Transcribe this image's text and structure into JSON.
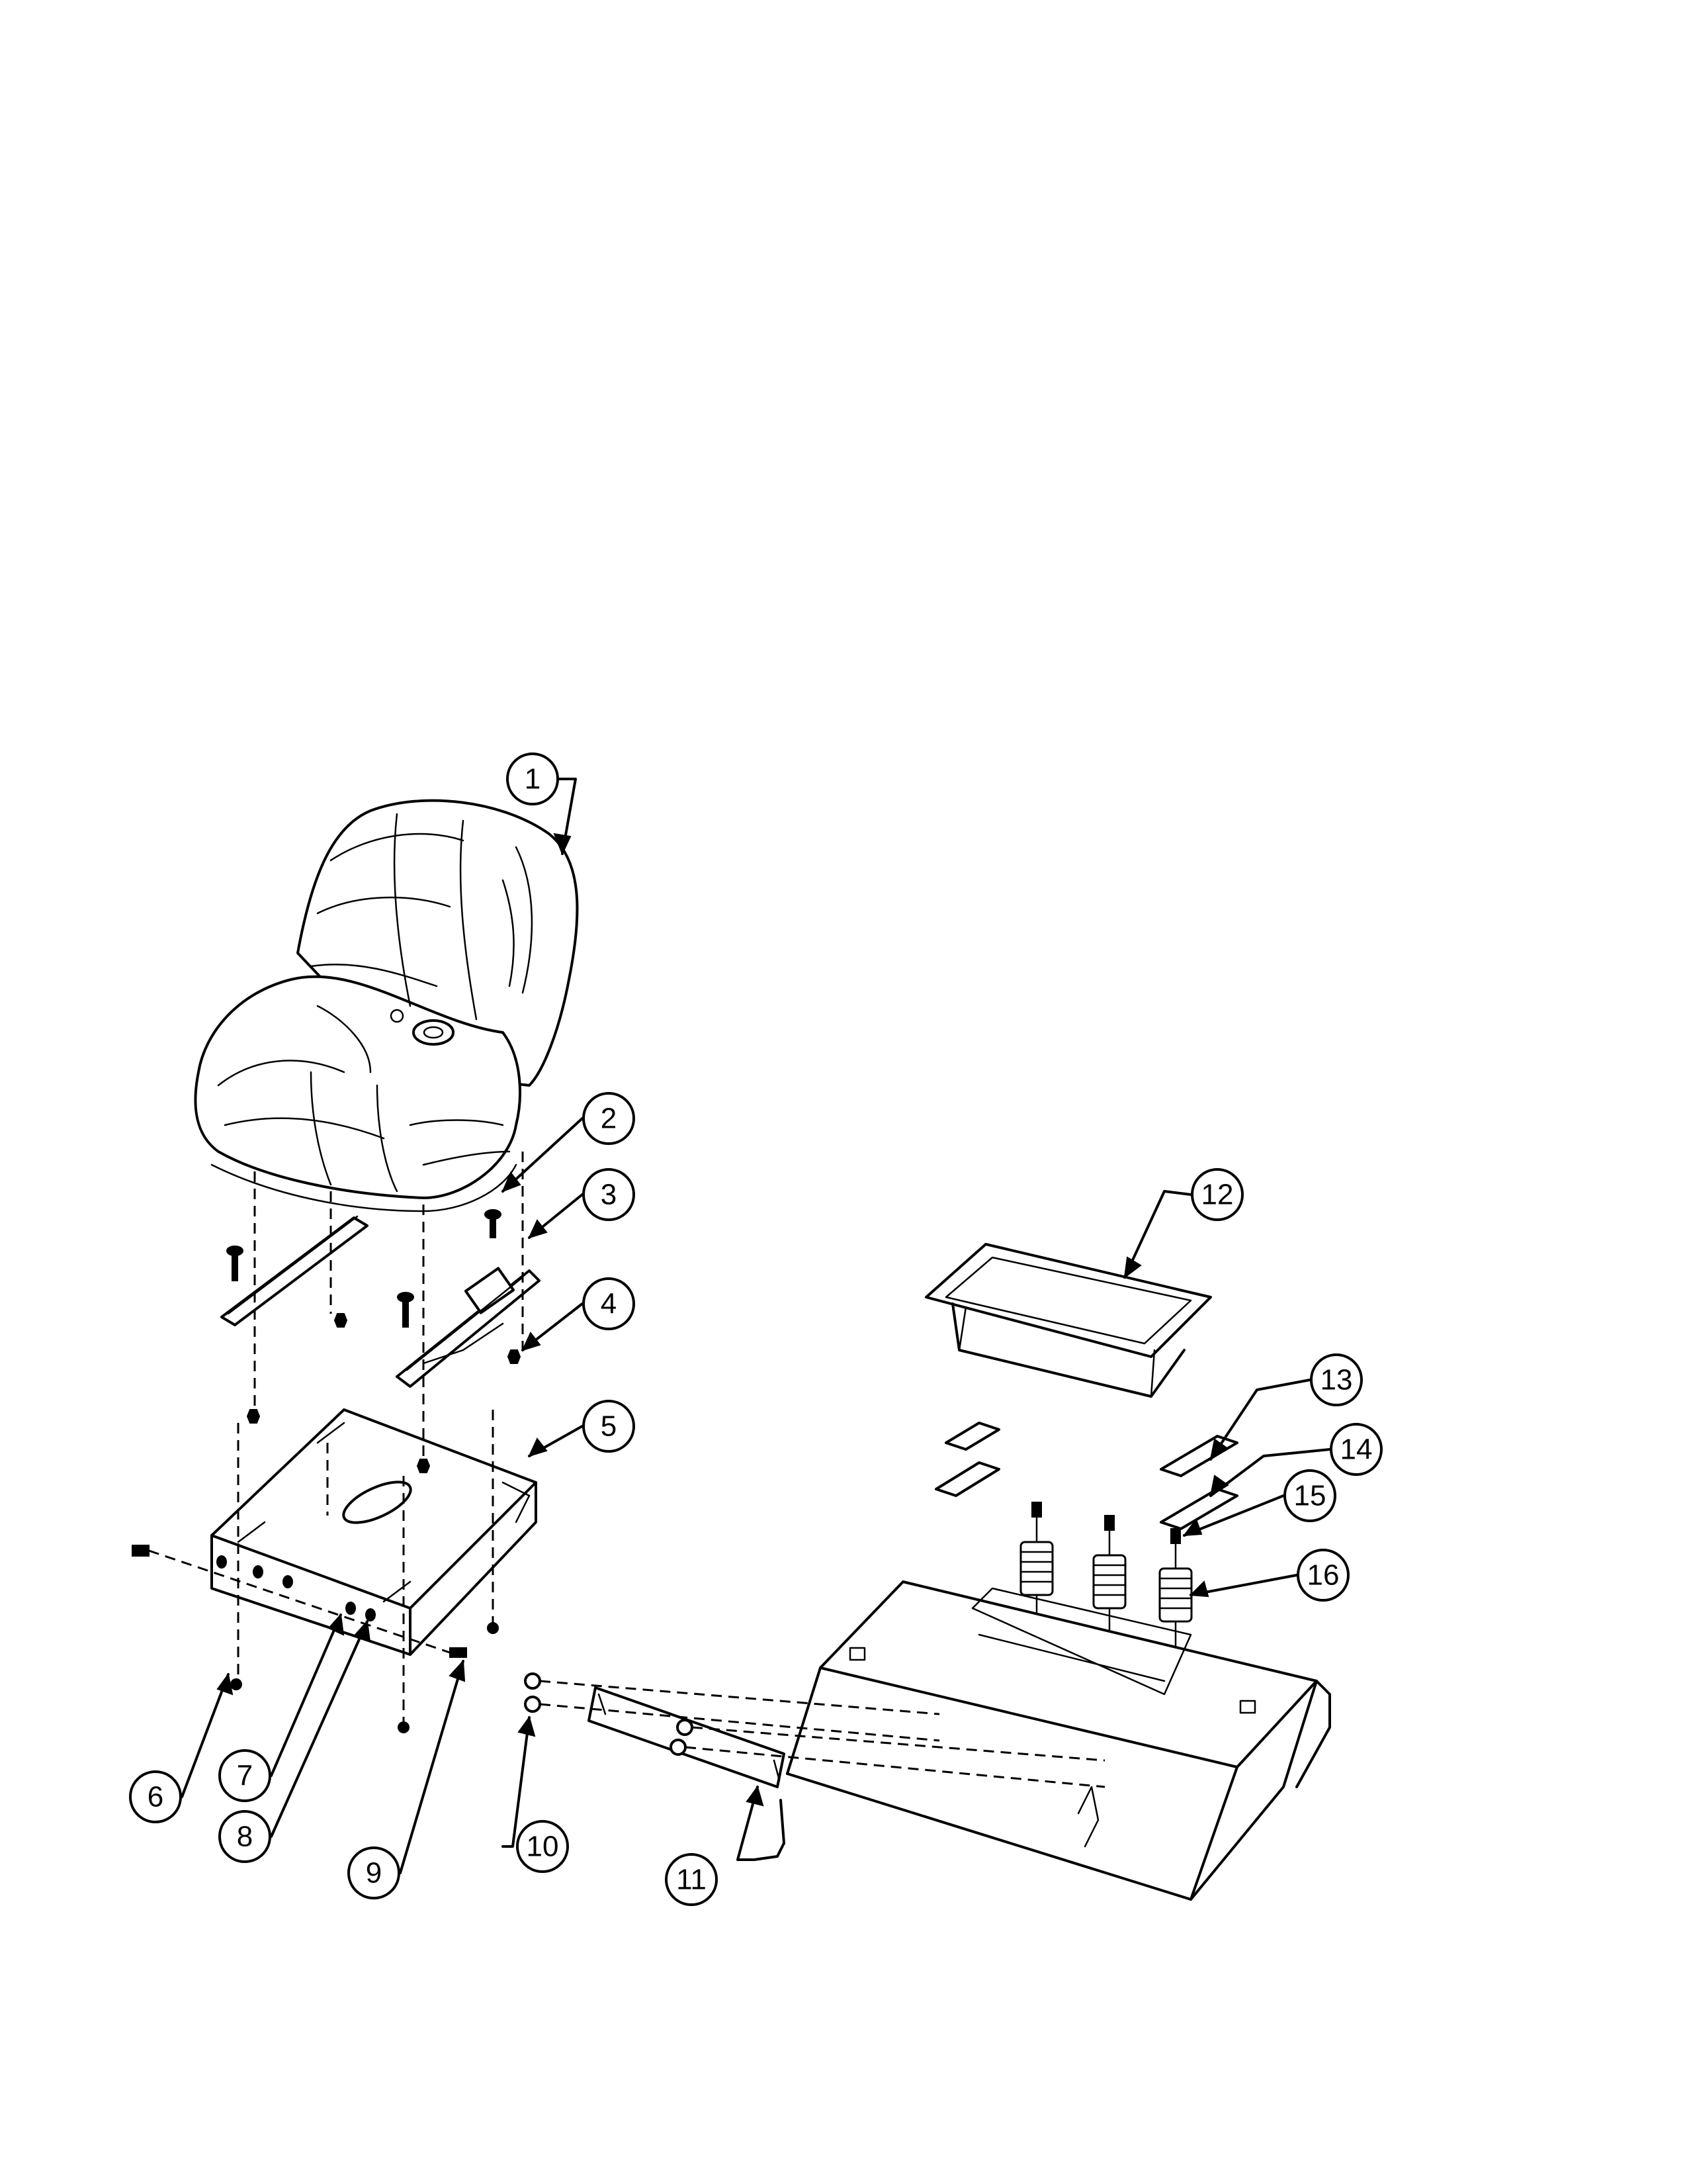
{
  "diagram": {
    "callouts": [
      {
        "id": 1,
        "label": "1"
      },
      {
        "id": 2,
        "label": "2"
      },
      {
        "id": 3,
        "label": "3"
      },
      {
        "id": 4,
        "label": "4"
      },
      {
        "id": 5,
        "label": "5"
      },
      {
        "id": 6,
        "label": "6"
      },
      {
        "id": 7,
        "label": "7"
      },
      {
        "id": 8,
        "label": "8"
      },
      {
        "id": 9,
        "label": "9"
      },
      {
        "id": 10,
        "label": "10"
      },
      {
        "id": 11,
        "label": "11"
      },
      {
        "id": 12,
        "label": "12"
      },
      {
        "id": 13,
        "label": "13"
      },
      {
        "id": 14,
        "label": "14"
      },
      {
        "id": 15,
        "label": "15"
      },
      {
        "id": 16,
        "label": "16"
      }
    ]
  }
}
